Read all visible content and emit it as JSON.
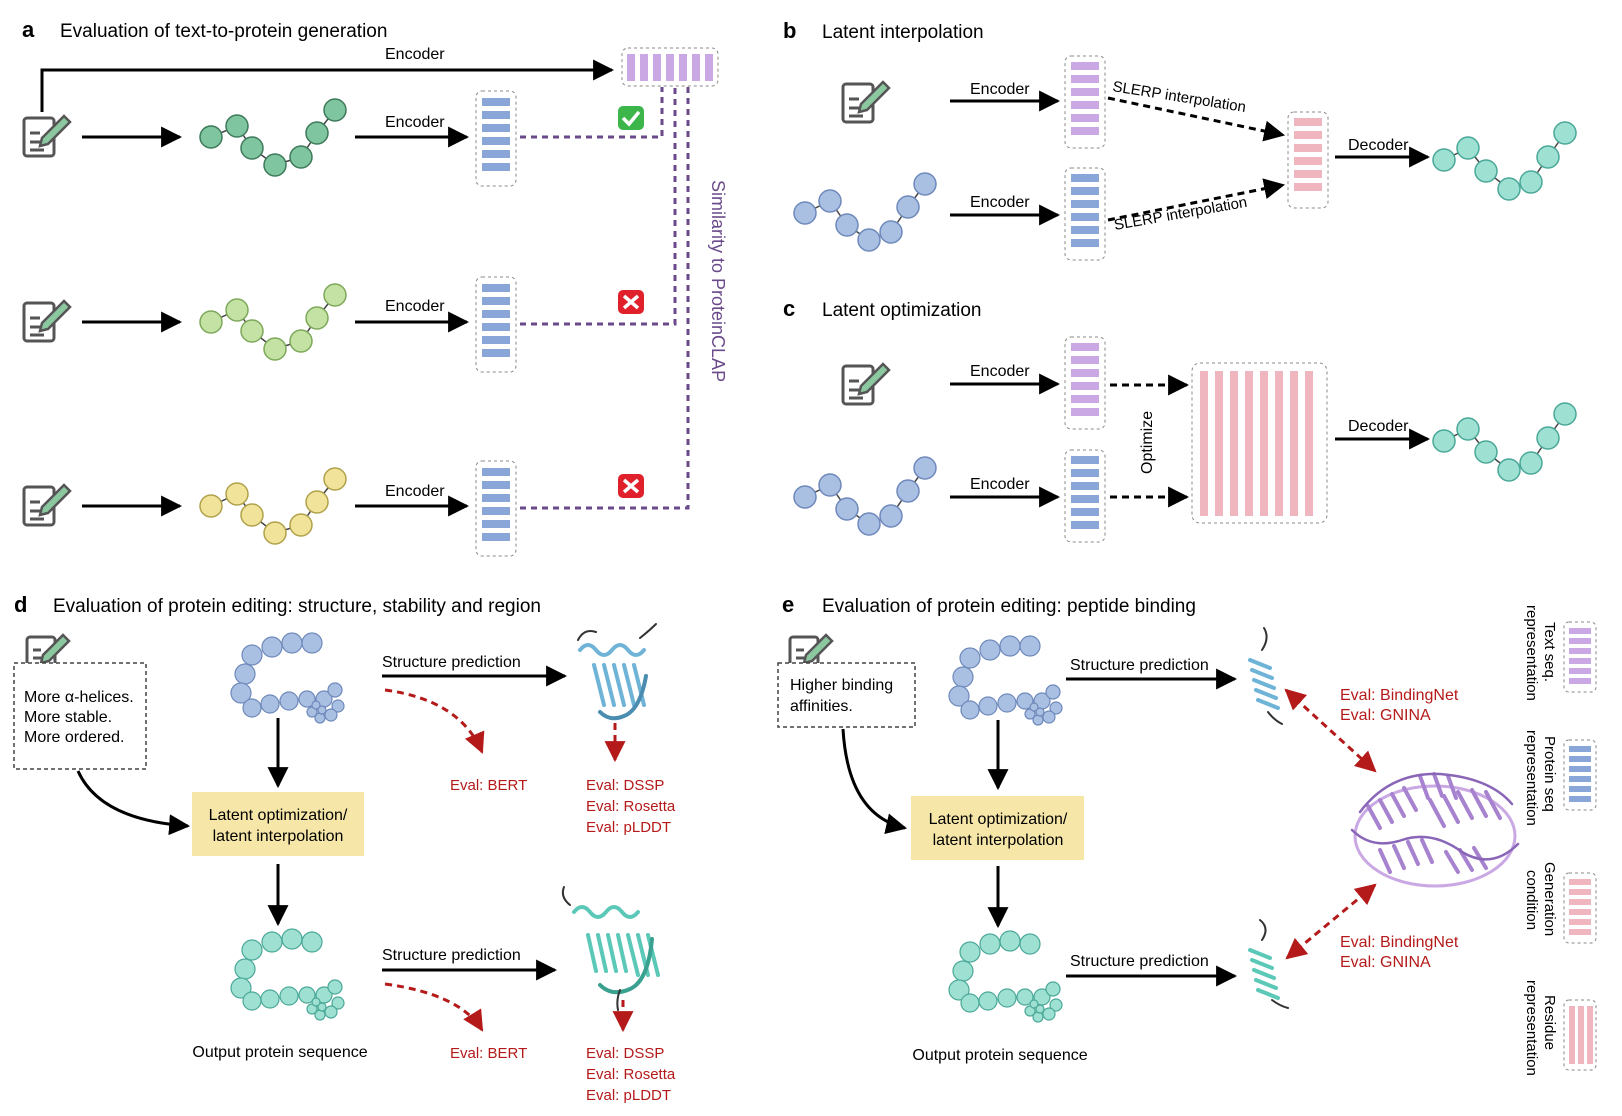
{
  "colors": {
    "text_purple": "#c9a8e3",
    "text_purple_dark": "#a682cf",
    "protein_blue": "#8aa6d8",
    "protein_blue_dark": "#5c7ec0",
    "residue_pink": "#efb6bf",
    "residue_pink_dark": "#dd97a2",
    "bead_green": "#7fc6a0",
    "bead_lightgreen": "#c4e2a4",
    "bead_yellow": "#f1e39a",
    "bead_blue": "#aac0e2",
    "bead_teal": "#9ee0d2",
    "similarity_line": "#6a4a8a",
    "eval_red": "#b51a1a",
    "highlight_box": "#f6e7a9",
    "check_green": "#3cb54a",
    "cross_red": "#e0202a"
  },
  "panel_a": {
    "letter": "a",
    "title": "Evaluation of text-to-protein generation",
    "top_encoder_label": "Encoder",
    "encoder_labels": [
      "Encoder",
      "Encoder",
      "Encoder"
    ],
    "similarity_label": "Similarity to ProteinCLAP",
    "check_icon": "check-icon",
    "cross_icon": "cross-icon"
  },
  "panel_b": {
    "letter": "b",
    "title": "Latent interpolation",
    "encoder_labels": [
      "Encoder",
      "Encoder"
    ],
    "slerp_labels": [
      "SLERP interpolation",
      "SLERP interpolation"
    ],
    "decoder_label": "Decoder"
  },
  "panel_c": {
    "letter": "c",
    "title": "Latent optimization",
    "encoder_labels": [
      "Encoder",
      "Encoder"
    ],
    "optimize_label": "Optimize",
    "decoder_label": "Decoder"
  },
  "panel_d": {
    "letter": "d",
    "title": "Evaluation of protein editing: structure, stability and region",
    "prompt_lines": [
      "More α-helices.",
      "More stable.",
      "More ordered."
    ],
    "structure_prediction_labels": [
      "Structure prediction",
      "Structure prediction"
    ],
    "eval_bert_labels": [
      "Eval: BERT",
      "Eval: BERT"
    ],
    "eval_structure_lines": [
      "Eval: DSSP",
      "Eval: Rosetta",
      "Eval: pLDDT"
    ],
    "box_lines": [
      "Latent optimization/",
      "latent interpolation"
    ],
    "output_label": "Output protein sequence"
  },
  "panel_e": {
    "letter": "e",
    "title": "Evaluation of protein editing: peptide binding",
    "prompt_lines": [
      "Higher binding",
      "affinities."
    ],
    "structure_prediction_labels": [
      "Structure prediction",
      "Structure prediction"
    ],
    "eval_lines": [
      "Eval: BindingNet",
      "Eval: GNINA"
    ],
    "box_lines": [
      "Latent optimization/",
      "latent interpolation"
    ],
    "output_label": "Output protein sequence"
  },
  "legend": [
    {
      "lines": [
        "Text seq.",
        "representation"
      ],
      "kind": "text"
    },
    {
      "lines": [
        "Protein seq",
        "representation"
      ],
      "kind": "protein"
    },
    {
      "lines": [
        "Generation",
        "condition"
      ],
      "kind": "condition"
    },
    {
      "lines": [
        "Residue",
        "representation"
      ],
      "kind": "residue"
    }
  ]
}
